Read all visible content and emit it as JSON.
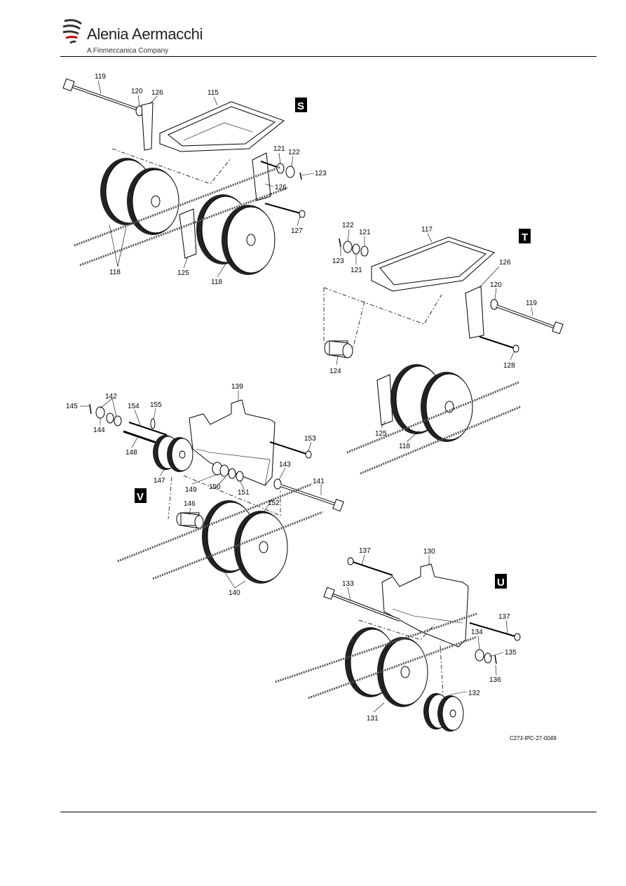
{
  "header": {
    "brand_name": "Alenia Aermacchi",
    "brand_sub": "A Finmeccanica Company"
  },
  "figure": {
    "code": "C27J-IPC-27-0049",
    "views": [
      "S",
      "T",
      "U",
      "V"
    ],
    "callouts": {
      "s": [
        "119",
        "120",
        "126",
        "115",
        "121",
        "122",
        "123",
        "126",
        "127",
        "118",
        "125",
        "118"
      ],
      "t": [
        "122",
        "121",
        "117",
        "123",
        "121",
        "126",
        "120",
        "119",
        "124",
        "128",
        "125",
        "118"
      ],
      "v": [
        "139",
        "145",
        "142",
        "154",
        "155",
        "144",
        "153",
        "148",
        "143",
        "141",
        "147",
        "149",
        "150",
        "151",
        "152",
        "146",
        "140"
      ],
      "u": [
        "137",
        "130",
        "133",
        "137",
        "134",
        "135",
        "136",
        "132",
        "131"
      ]
    }
  },
  "colors": {
    "ink": "#000000",
    "view_box": "#000000"
  }
}
